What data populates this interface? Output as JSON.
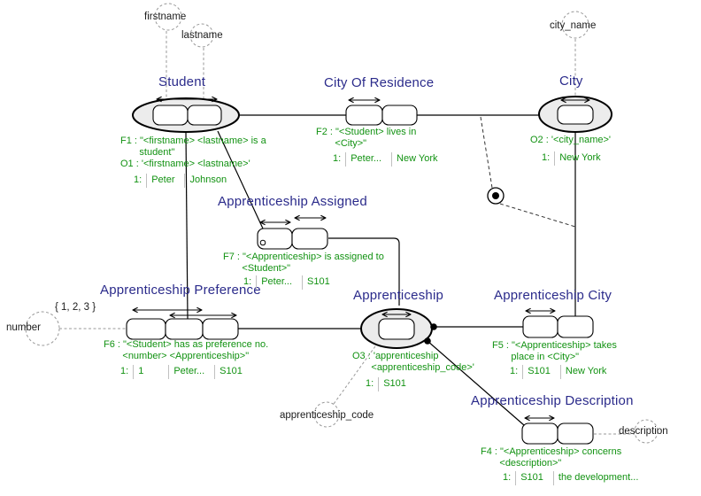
{
  "colors": {
    "title_color": "#2B2B8B",
    "fact_color": "#129212",
    "line_color": "#000000",
    "entity_fill": "#ECECEC",
    "value_circle_stroke": "#999999"
  },
  "diagram": {
    "titles": {
      "student": "Student",
      "city_of_residence": "City Of Residence",
      "city": "City",
      "apprenticeship_assigned": "Apprenticeship Assigned",
      "apprenticeship_preference": "Apprenticeship Preference",
      "apprenticeship": "Apprenticeship",
      "apprenticeship_city": "Apprenticeship City",
      "apprenticeship_description": "Apprenticeship Description"
    },
    "value_labels": {
      "firstname": "firstname",
      "lastname": "lastname",
      "city_name": "city_name",
      "number": "number",
      "apprenticeship_code": "apprenticeship_code",
      "description": "description"
    },
    "constraints": {
      "number_values": "{ 1, 2, 3 }"
    },
    "facts": {
      "f1": {
        "reading": "F1 : \"<firstname> <lastname> is a\n       student\"",
        "ex_n": "1:",
        "ex": [
          "Peter",
          "Johnson"
        ]
      },
      "o1": {
        "reading": "O1 : '<firstname> <lastname>'"
      },
      "f2": {
        "reading": "F2 : \"<Student> lives in\n       <City>\"",
        "ex_n": "1:",
        "ex": [
          "Peter...",
          "New York"
        ]
      },
      "o2": {
        "reading": "O2 : '<city_name>'",
        "ex_n": "1:",
        "ex": [
          "New York"
        ]
      },
      "f7": {
        "reading": "F7 : \"<Apprenticeship> is assigned to\n       <Student>\"",
        "ex_n": "1:",
        "ex": [
          "Peter...",
          "S101"
        ]
      },
      "f6": {
        "reading": "F6 : \"<Student> has as preference no.\n       <number> <Apprenticeship>\"",
        "ex_n": "1:",
        "ex": [
          "1",
          "Peter...",
          "S101"
        ]
      },
      "o3": {
        "reading": "O3 : 'apprenticeship\n       <apprenticeship_code>'",
        "ex_n": "1:",
        "ex": [
          "S101"
        ]
      },
      "f5": {
        "reading": "F5 : \"<Apprenticeship> takes\n       place in <City>\"",
        "ex_n": "1:",
        "ex": [
          "S101",
          "New York"
        ]
      },
      "f4": {
        "reading": "F4 : \"<Apprenticeship> concerns\n       <description>\"",
        "ex_n": "1:",
        "ex": [
          "S101",
          "the development..."
        ]
      }
    }
  }
}
